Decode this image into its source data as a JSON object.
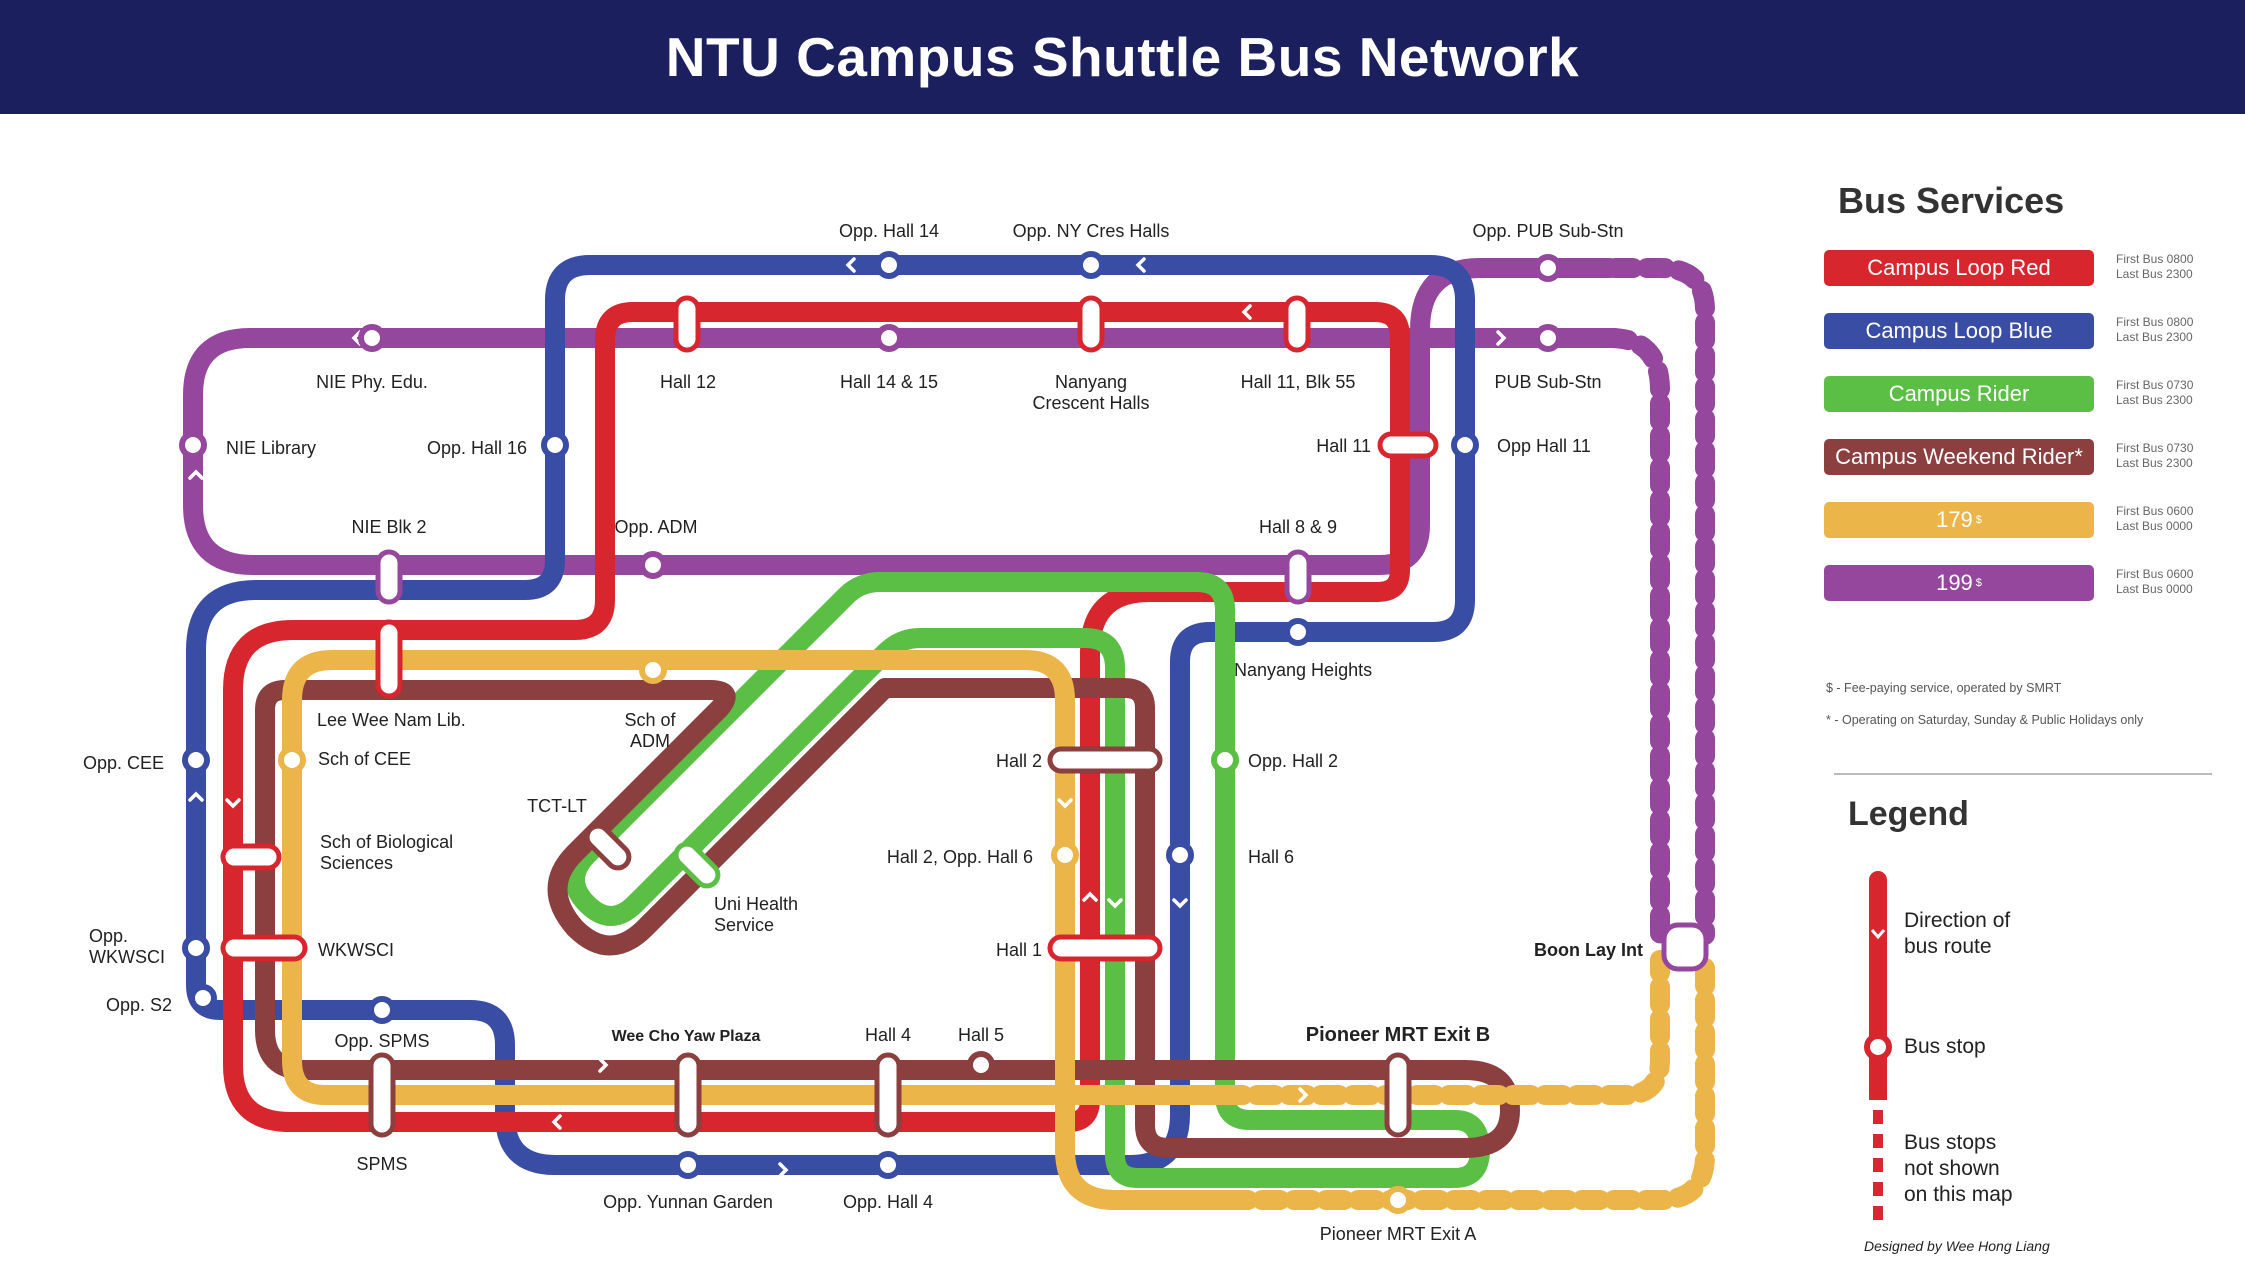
{
  "title": "NTU Campus Shuttle Bus Network",
  "colors": {
    "header": "#1b1f5e",
    "red": "#d7262e",
    "blue": "#3a4da5",
    "green": "#5cbf45",
    "brown": "#8b3f3f",
    "yellow": "#ebb54a",
    "purple": "#94479c"
  },
  "stops": {
    "opp_hall_14": "Opp. Hall 14",
    "opp_ny_cres_halls": "Opp. NY Cres Halls",
    "opp_pub_sub_stn": "Opp. PUB Sub-Stn",
    "nie_phy_edu": "NIE Phy. Edu.",
    "hall_12": "Hall 12",
    "hall_14_15": "Hall 14 & 15",
    "nanyang_crescent_halls_1": "Nanyang",
    "nanyang_crescent_halls_2": "Crescent Halls",
    "hall_11_blk_55": "Hall 11, Blk 55",
    "pub_sub_stn": "PUB Sub-Stn",
    "nie_library": "NIE Library",
    "opp_hall_16": "Opp. Hall 16",
    "hall_11": "Hall 11",
    "opp_hall_11": "Opp Hall 11",
    "nie_blk_2": "NIE Blk 2",
    "opp_adm": "Opp. ADM",
    "hall_8_9": "Hall 8 & 9",
    "nanyang_heights": "Nanyang Heights",
    "lee_wee_nam_lib": "Lee Wee Nam Lib.",
    "sch_of_adm_1": "Sch of",
    "sch_of_adm_2": "ADM",
    "opp_cee": "Opp. CEE",
    "sch_of_cee": "Sch of CEE",
    "hall_2": "Hall 2",
    "opp_hall_2": "Opp. Hall 2",
    "tct_lt": "TCT-LT",
    "sch_bio_sci_1": "Sch of Biological",
    "sch_bio_sci_2": "Sciences",
    "hall_2_opp_hall_6": "Hall 2, Opp. Hall 6",
    "hall_6": "Hall 6",
    "uni_health_1": "Uni Health",
    "uni_health_2": "Service",
    "opp_wkwsci_1": "Opp.",
    "opp_wkwsci_2": "WKWSCI",
    "wkwsci": "WKWSCI",
    "hall_1": "Hall 1",
    "boon_lay_int": "Boon Lay Int",
    "opp_s2": "Opp. S2",
    "opp_spms": "Opp. SPMS",
    "wee_cho_yaw_plaza": "Wee Cho Yaw Plaza",
    "hall_4": "Hall 4",
    "hall_5": "Hall 5",
    "pioneer_mrt_exit_b": "Pioneer MRT Exit B",
    "spms": "SPMS",
    "opp_yunnan_garden": "Opp. Yunnan Garden",
    "opp_hall_4": "Opp. Hall 4",
    "pioneer_mrt_exit_a": "Pioneer MRT Exit A"
  },
  "panel": {
    "services_heading": "Bus Services",
    "services": [
      {
        "name": "Campus Loop Red",
        "sup": "",
        "first": "First Bus 0800",
        "last": "Last Bus 2300",
        "color": "#d7262e"
      },
      {
        "name": "Campus Loop Blue",
        "sup": "",
        "first": "First Bus 0800",
        "last": "Last Bus 2300",
        "color": "#3a4da5"
      },
      {
        "name": "Campus Rider",
        "sup": "",
        "first": "First Bus 0730",
        "last": "Last Bus 2300",
        "color": "#5cbf45"
      },
      {
        "name": "Campus Weekend Rider*",
        "sup": "",
        "first": "First Bus 0730",
        "last": "Last Bus 2300",
        "color": "#8b3f3f"
      },
      {
        "name": "179",
        "sup": "$",
        "first": "First Bus 0600",
        "last": "Last Bus 0000",
        "color": "#ebb54a"
      },
      {
        "name": "199",
        "sup": "$",
        "first": "First Bus 0600",
        "last": "Last Bus 0000",
        "color": "#94479c"
      }
    ],
    "note_fee": "$ - Fee-paying service, operated by SMRT",
    "note_weekend": "* - Operating on Saturday, Sunday & Public Holidays only",
    "legend_heading": "Legend",
    "legend_direction_1": "Direction of",
    "legend_direction_2": "bus route",
    "legend_stop": "Bus stop",
    "legend_not_shown_1": "Bus stops",
    "legend_not_shown_2": "not shown",
    "legend_not_shown_3": "on this map",
    "credit": "Designed by Wee Hong Liang"
  }
}
